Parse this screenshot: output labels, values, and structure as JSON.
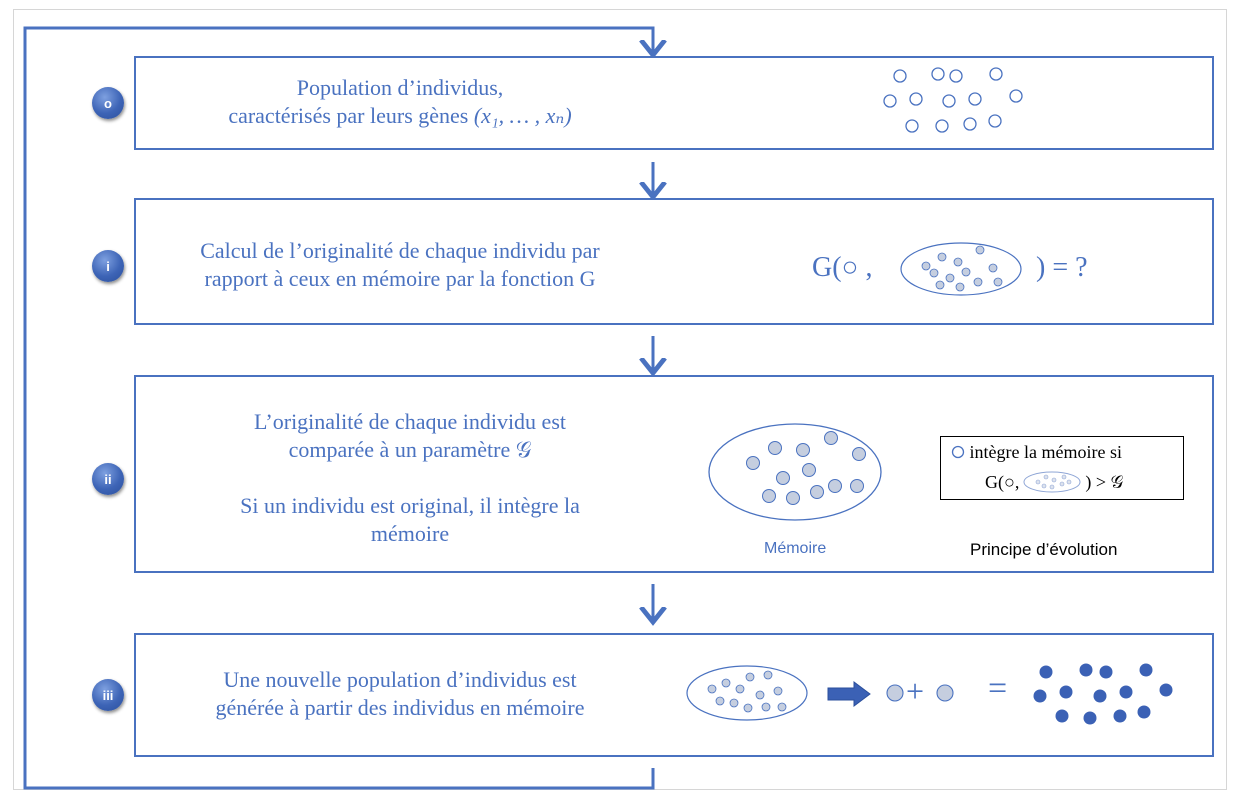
{
  "steps": [
    {
      "badge": "o",
      "line1": "Population d’individus,",
      "line2_prefix": "caractérisés par leurs gènes ",
      "genes": "(x₁, … , xₙ)"
    },
    {
      "badge": "i",
      "line1": "Calcul de l’originalité de chaque individu par",
      "line2": "rapport à ceux en mémoire par la fonction G",
      "formula_prefix": "G(○ ,",
      "formula_suffix": ") = ?"
    },
    {
      "badge": "ii",
      "line1": "L’originalité de chaque individu est",
      "line2": "comparée à un paramètre 𝒢",
      "line3": "Si un individu est original, il intègre la",
      "line4": "mémoire",
      "memory_label": "Mémoire",
      "principle_line1": "intègre la mémoire si",
      "principle_g": "G(○,",
      "principle_gt": ") > 𝒢",
      "principle_label": "Principe d’évolution"
    },
    {
      "badge": "iii",
      "line1": "Une nouvelle population d’individus est",
      "line2": "générée à partir des individus en mémoire",
      "plus": "+",
      "equals": "="
    }
  ],
  "colors": {
    "accent": "#4a72c0",
    "dot_fill": "#c5cedf",
    "solid_dot": "#3b61b5"
  },
  "icons": {
    "flow_arrow": "down-arrow-icon",
    "generate_arrow": "right-block-arrow-icon"
  }
}
